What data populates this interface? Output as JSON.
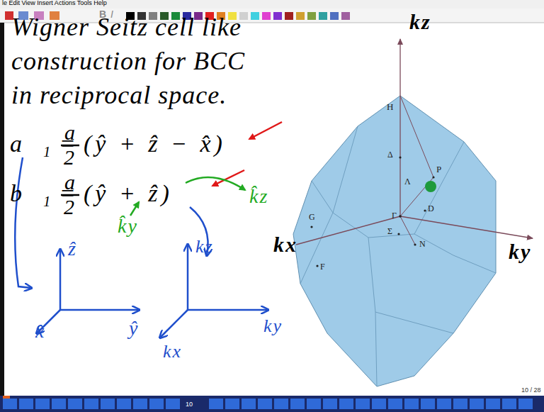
{
  "diagram": {
    "title": "Wigner Seitz cell like construction for BCC in reciprocal space.",
    "labels": [
      "le Edit View Insert Actions Tools Help",
      "B",
      "I",
      "a⃗₁ =",
      "a",
      "2",
      "(ŷ + ẑ − x̂)",
      "b⃗₁ =",
      "a",
      "2",
      "(ŷ + ẑ)",
      "k̂z",
      "k̂y",
      "ẑ",
      "ŷ",
      "x̂",
      "kz",
      "ky",
      "kx",
      "kz",
      "H",
      "Δ",
      "P",
      "Λ",
      "Γ",
      "D",
      "Σ",
      "N",
      "G",
      "F",
      "kx",
      "ky",
      "10",
      "10 / 28"
    ]
  }
}
